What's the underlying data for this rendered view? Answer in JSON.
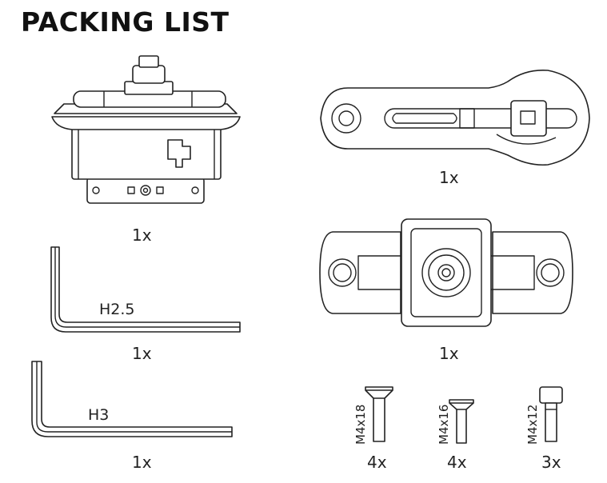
{
  "title": "PACKING LIST",
  "items": [
    {
      "name": "quick-release-base",
      "quantity": "1x"
    },
    {
      "name": "rotating-arm",
      "quantity": "1x"
    },
    {
      "name": "rail-clamp",
      "quantity": "1x"
    },
    {
      "name": "hex-key-h2-5",
      "label": "H2.5",
      "quantity": "1x"
    },
    {
      "name": "hex-key-h3",
      "label": "H3",
      "quantity": "1x"
    },
    {
      "name": "screw-m4x18",
      "label": "M4x18",
      "quantity": "4x"
    },
    {
      "name": "screw-m4x16",
      "label": "M4x16",
      "quantity": "4x"
    },
    {
      "name": "screw-m4x12",
      "label": "M4x12",
      "quantity": "3x"
    }
  ]
}
